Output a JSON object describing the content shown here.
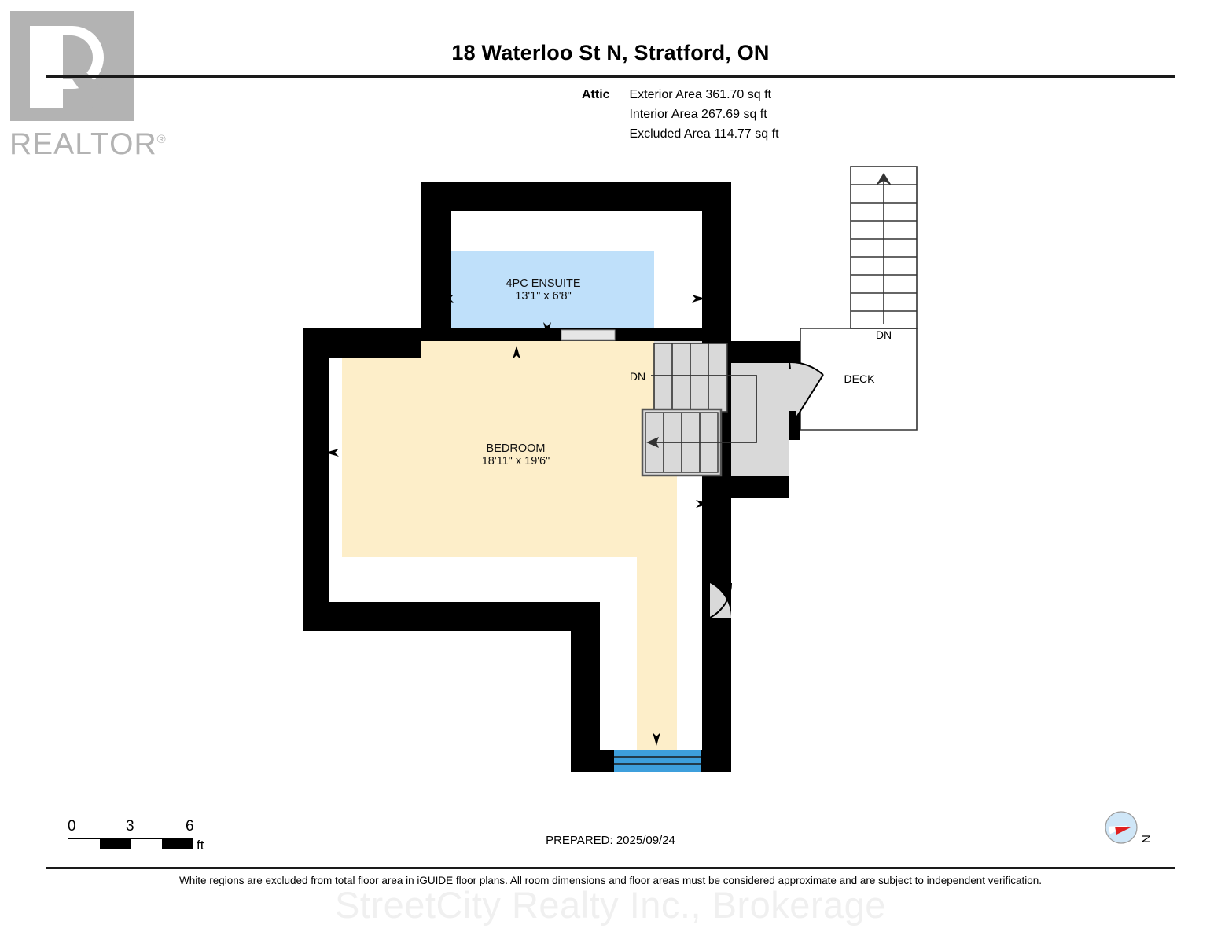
{
  "logo": {
    "name": "realtor-logo",
    "wordmark": "REALTOR",
    "registered": "®"
  },
  "header": {
    "title": "18 Waterloo St N, Stratford, ON",
    "floor_label": "Attic",
    "areas": [
      "Exterior Area 361.70 sq ft",
      "Interior Area 267.69 sq ft",
      "Excluded Area 114.77 sq ft"
    ]
  },
  "floorplan": {
    "rooms": [
      {
        "id": "ensuite",
        "name": "4PC ENSUITE",
        "dimensions": "13'1\" x 6'8\"",
        "fill": "#bfe0fa"
      },
      {
        "id": "bedroom",
        "name": "BEDROOM",
        "dimensions": "18'11\" x 19'6\"",
        "fill": "#fdeec9"
      },
      {
        "id": "deck",
        "name": "DECK",
        "dimensions": "",
        "fill": "#ffffff"
      }
    ],
    "stair_labels": [
      {
        "id": "interior-stair-dn",
        "text": "DN"
      },
      {
        "id": "exterior-stair-dn",
        "text": "DN"
      }
    ],
    "colors": {
      "wall": "#000000",
      "stair_fill": "#d9d9d9",
      "stair_line": "#4d4d4d",
      "window_blue": "#3d9fdc",
      "excluded": "#ffffff"
    }
  },
  "footer": {
    "scale": {
      "ticks": [
        "0",
        "3",
        "6"
      ],
      "unit": "ft"
    },
    "prepared": "PREPARED: 2025/09/24",
    "disclaimer": "White regions are excluded from total floor area in iGUIDE floor plans. All room dimensions and floor areas must be considered approximate and are subject to independent verification.",
    "watermark": "StreetCity Realty Inc., Brokerage",
    "compass_label": "N"
  }
}
